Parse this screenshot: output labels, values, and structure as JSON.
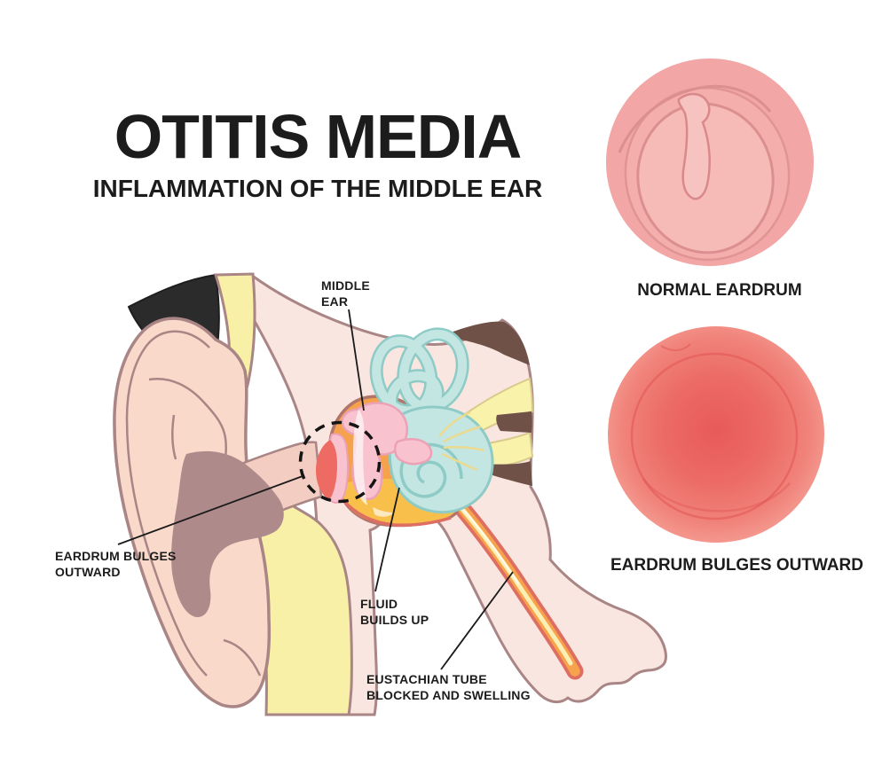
{
  "header": {
    "title": "OTITIS MEDIA",
    "subtitle": "INFLAMMATION OF THE MIDDLE EAR"
  },
  "annotations": {
    "middle_ear": {
      "lines": [
        "MIDDLE",
        "EAR"
      ]
    },
    "eardrum_bulges": {
      "lines": [
        "EARDRUM BULGES",
        "OUTWARD"
      ]
    },
    "fluid": {
      "lines": [
        "FLUID",
        "BUILDS UP"
      ]
    },
    "eustachian": {
      "lines": [
        "EUSTACHIAN TUBE",
        "BLOCKED AND SWELLING"
      ]
    }
  },
  "panels": {
    "normal": {
      "caption": "NORMAL EARDRUM"
    },
    "bulging": {
      "caption": "EARDRUM BULGES OUTWARD"
    }
  },
  "colors": {
    "background": "#ffffff",
    "text": "#1c1c1c",
    "outline_mauve": "#A98585",
    "skin_outer": "#F8D9CA",
    "skin_inner": "#F9E6E0",
    "ear_canal": "#F3CDC2",
    "canal_shadow": "#AE8A8A",
    "hair_black": "#2B2B2B",
    "bone_yellow": "#F8F0A6",
    "nerve_yellow": "#F9F2AB",
    "dark_brown": "#6F5148",
    "middle_ear_orange": "#F6A14C",
    "fluid_orange": "#F8C04A",
    "ossicle_pink": "#F9C2CF",
    "eardrum_red": "#ED6B63",
    "inner_ear_teal": "#C3E6E2",
    "inner_ear_stroke": "#8FCBC6",
    "tube_red": "#DF6E62",
    "tube_core": "#FCEFB6",
    "normal_eardrum_pink": "#F2A6A6",
    "bulge_center_red": "#E85A5A",
    "bulge_edge_pink": "#F59E94"
  }
}
